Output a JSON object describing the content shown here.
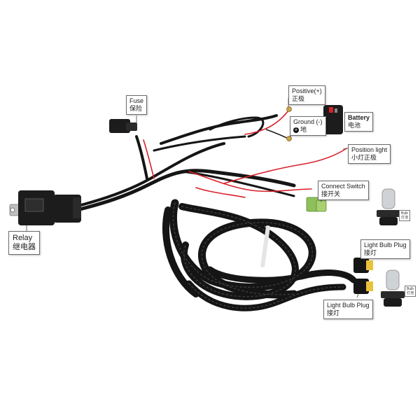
{
  "labels": {
    "fuse": {
      "en": "Fuse",
      "zh": "保险"
    },
    "positive": {
      "en": "Positive(+)",
      "zh": "正极"
    },
    "ground": {
      "en": "Ground (-)",
      "zh": "地"
    },
    "battery": {
      "en": "Battery",
      "zh": "电池"
    },
    "position_light": {
      "en": "Position light",
      "zh": "小灯正极"
    },
    "connect_switch": {
      "en": "Connect Switch",
      "zh": "接开关"
    },
    "relay": {
      "en": "Relay",
      "zh": "继电器"
    },
    "bulb_plug_upper": {
      "en": "Light Bulb Plug",
      "zh": "接灯"
    },
    "bulb_plug_lower": {
      "en": "Light Bulb Plug",
      "zh": "接灯"
    },
    "bulb_tag_upper": {
      "en": "Bulb",
      "zh": "灯泡"
    },
    "bulb_tag_lower": {
      "en": "Bulb",
      "zh": "灯泡"
    }
  },
  "colors": {
    "harness": "#151515",
    "harness_highlight": "#3a3a3a",
    "red_wire": "#d8202a",
    "relay_body": "#1c1c1c",
    "terminal": "#c9a24a",
    "switch_connector": "#8fbf5a",
    "yellow_plug": "#e8c23a",
    "bulb_glass": "#cfd3d6",
    "bulb_base": "#2a2a2a"
  },
  "icons": {
    "ground_marker": "ground-symbol-icon"
  }
}
